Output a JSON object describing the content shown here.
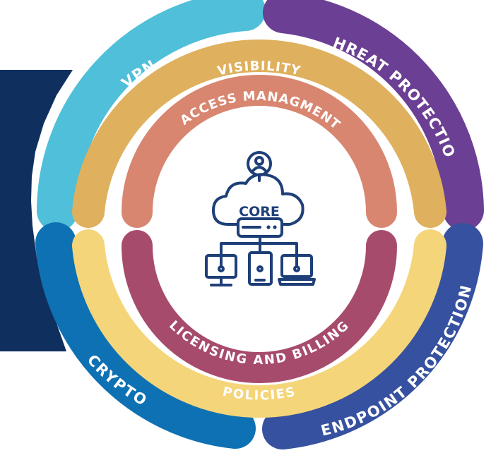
{
  "diagram": {
    "center": {
      "label": "CORE"
    },
    "outer_ring": [
      {
        "label": "VPN",
        "color": "#50bfd9"
      },
      {
        "label": "THREAT PROTECTION",
        "color": "#6b3f93"
      },
      {
        "label": "CRYPTO",
        "color": "#0e71b3"
      },
      {
        "label": "ENDPOINT PROTECTION",
        "color": "#36519f"
      }
    ],
    "middle_ring": [
      {
        "label": "VISIBILITY",
        "color": "#dfb05d"
      },
      {
        "label": "POLICIES",
        "color": "#f5d57a"
      }
    ],
    "inner_ring": [
      {
        "label": "ACCESS MANAGMENT",
        "color": "#d88670"
      },
      {
        "label": "LICENSING AND BILLING",
        "color": "#a74b6d"
      }
    ],
    "background_panel_color": "#0f305f",
    "icon": {
      "name": "cloud-network-icon",
      "color": "#1e3f78"
    }
  }
}
